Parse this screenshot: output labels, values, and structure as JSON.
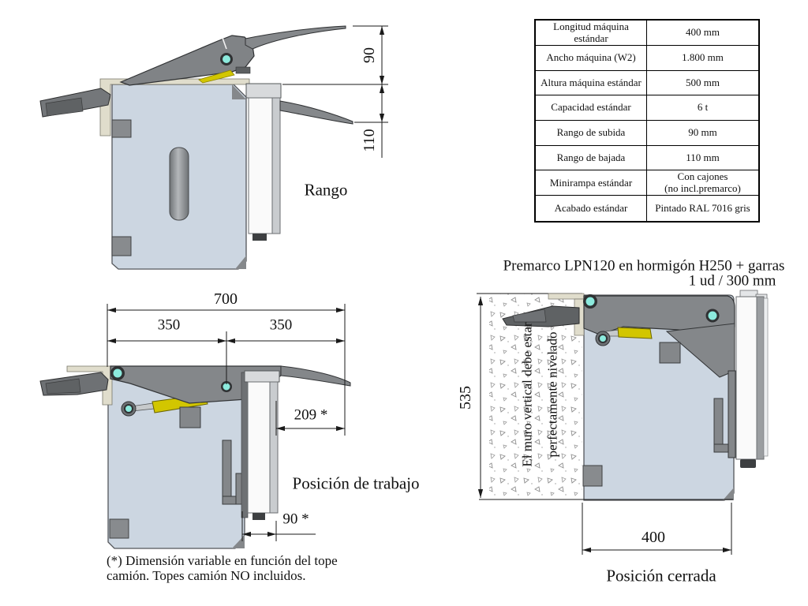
{
  "table": {
    "rows": [
      {
        "label": "Longitud máquina estándar",
        "value": "400 mm"
      },
      {
        "label": "Ancho máquina (W2)",
        "value": "1.800 mm"
      },
      {
        "label": "Altura máquina estándar",
        "value": "500 mm"
      },
      {
        "label": "Capacidad estándar",
        "value": "6 t"
      },
      {
        "label": "Rango de subida",
        "value": "90 mm"
      },
      {
        "label": "Rango de bajada",
        "value": "110 mm"
      },
      {
        "label": "Minirampa estándar",
        "value": "Con cajones\n(no incl.premarco)"
      },
      {
        "label": "Acabado estándar",
        "value": "Pintado RAL 7016 gris"
      }
    ]
  },
  "rango": {
    "label": "Rango",
    "dim_rise": "90",
    "dim_drop": "110"
  },
  "trabajo": {
    "label": "Posición de trabajo",
    "dim_total": "700",
    "dim_half_left": "350",
    "dim_half_right": "350",
    "dim_lip_reach": "209 *",
    "dim_wall_gap": "90 *"
  },
  "cerrada": {
    "label": "Posición cerrada",
    "note_line1": "Premarco LPN120 en hormigón H250 + garras",
    "note_line2": "1 ud / 300 mm",
    "dim_height": "535",
    "dim_depth": "400",
    "wall_note_line1": "El muro vertical debe estar",
    "wall_note_line2": "perfectamente nivelado"
  },
  "footnote": {
    "line1": "(*) Dimensión variable en función del tope",
    "line2": "camión. Topes camión NO incluidos."
  },
  "colors": {
    "body": "#ccd6e1",
    "mechanism": "#84878a",
    "arm_dark": "#6e7174",
    "pivot_teal": "#8ceadd",
    "hydraulic_yellow": "#d2c600",
    "premarco_beige": "#e0ddcc",
    "panel_white": "#fafafa",
    "dimension_line": "#1a1a1a"
  }
}
